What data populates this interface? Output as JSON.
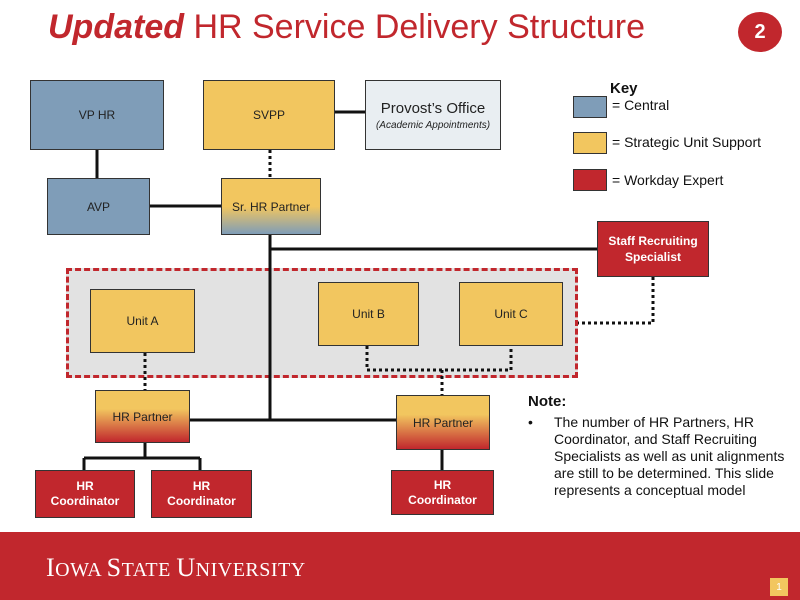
{
  "title": {
    "emphasis": "Updated",
    "rest": " HR Service Delivery Structure"
  },
  "slide_badge": "2",
  "boxes": {
    "vp_hr": "VP HR",
    "svpp": "SVPP",
    "provost": {
      "name": "Provost’s Office",
      "sub": "(Academic Appointments)"
    },
    "avp": "AVP",
    "sr_hr_partner": "Sr. HR Partner",
    "staff_recruiting": "Staff Recruiting Specialist",
    "unit_a": "Unit A",
    "unit_b": "Unit B",
    "unit_c": "Unit C",
    "hr_partner_left": "HR Partner",
    "hr_partner_right": "HR Partner",
    "hr_coordinator_1": "HR Coordinator",
    "hr_coordinator_2": "HR Coordinator",
    "hr_coordinator_3": "HR Coordinator"
  },
  "key": {
    "title": "Key",
    "items": [
      {
        "label": "= Central",
        "color": "#7f9db8"
      },
      {
        "label": "= Strategic Unit Support",
        "color": "#f2c65f"
      },
      {
        "label": "= Workday Expert",
        "color": "#c1272d"
      }
    ]
  },
  "note": {
    "title": "Note:",
    "bullet": "•",
    "text": "The number of HR Partners, HR Coordinator, and Staff Recruiting Specialists as well as unit alignments are still to be determined. This slide represents a conceptual model"
  },
  "footer": {
    "first_letter_1": "I",
    "rest_1": "OWA ",
    "first_letter_2": "S",
    "rest_2": "TATE ",
    "first_letter_3": "U",
    "rest_3": "NIVERSITY"
  },
  "page_number": "1",
  "colors": {
    "central": "#7f9db8",
    "strategic": "#f2c65f",
    "workday": "#c1272d"
  }
}
